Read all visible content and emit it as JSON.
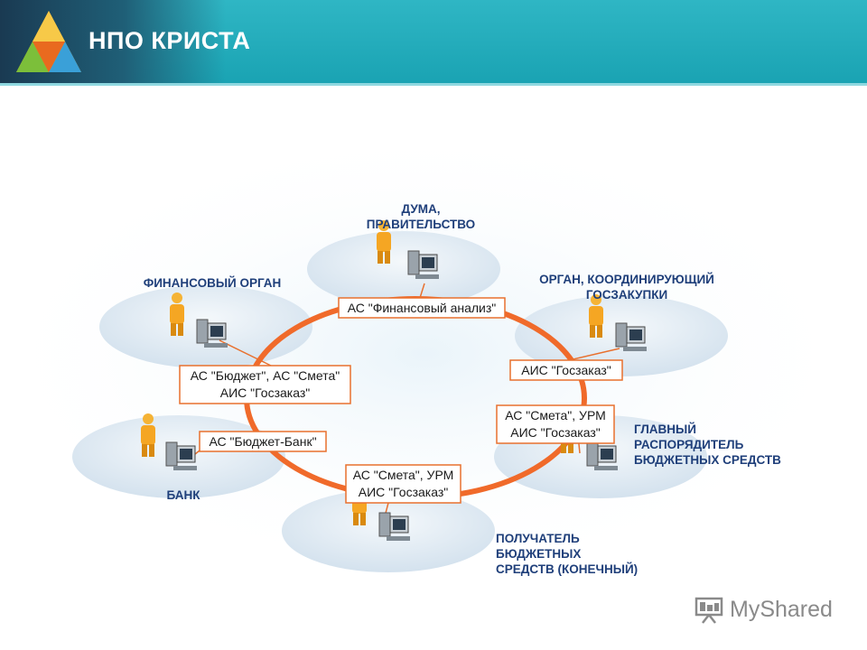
{
  "header": {
    "brand": "НПО КРИСТА"
  },
  "diagram": {
    "nodes": {
      "duma": {
        "title_lines": [
          "ДУМА,",
          "ПРАВИТЕЛЬСТВО"
        ]
      },
      "finorgan": {
        "title_lines": [
          "ФИНАНСОВЫЙ ОРГАН"
        ]
      },
      "goszakupki": {
        "title_lines": [
          "ОРГАН, КООРДИНИРУЮЩИЙ",
          "ГОСЗАКУПКИ"
        ]
      },
      "bank": {
        "title_lines": [
          "БАНК"
        ]
      },
      "grbs": {
        "title_lines": [
          "ГЛАВНЫЙ",
          "РАСПОРЯДИТЕЛЬ",
          "БЮДЖЕТНЫХ СРЕДСТВ"
        ]
      },
      "receiver": {
        "title_lines": [
          "ПОЛУЧАТЕЛЬ",
          "БЮДЖЕТНЫХ",
          "СРЕДСТВ (КОНЕЧНЫЙ)"
        ]
      }
    },
    "systems": {
      "fin_analysis": [
        "АС \"Финансовый анализ\""
      ],
      "budget_smeta": [
        "АС \"Бюджет\", АС \"Смета\"",
        "АИС \"Госзаказ\""
      ],
      "goszakaz": [
        "АИС \"Госзаказ\""
      ],
      "budget_bank": [
        "АС \"Бюджет-Банк\""
      ],
      "grbs_systems": [
        "АС \"Смета\", УРМ",
        "АИС \"Госзаказ\""
      ],
      "receiver_systems": [
        "АС \"Смета\", УРМ",
        "АИС \"Госзаказ\""
      ]
    }
  },
  "colors": {
    "header": "#1aa3b3",
    "ring": "#f06a2a",
    "node_title": "#1f3f7a",
    "ellipse": "#e3edf5",
    "person": "#f5a623",
    "box_border": "#e8702e"
  },
  "watermark": {
    "text": "MyShared"
  }
}
